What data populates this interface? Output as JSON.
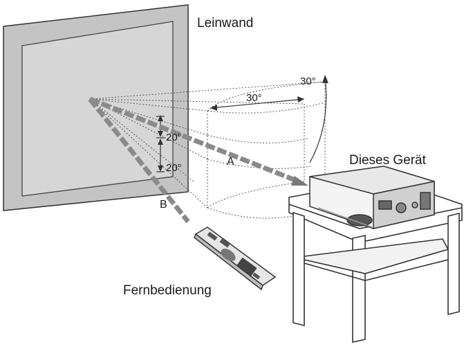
{
  "labels": {
    "screen": "Leinwand",
    "device": "Dieses Gerät",
    "remote": "Fernbedienung",
    "beam_a": "A",
    "beam_b": "B",
    "angle_h_inner": "30°",
    "angle_h_outer": "30°",
    "angle_v_up": "20°",
    "angle_v_down": "20°"
  },
  "colors": {
    "screen_fill": "#c8c8c8",
    "screen_inner": "#d9d9d9",
    "beam": "#8c8c8c",
    "line": "#333333"
  }
}
